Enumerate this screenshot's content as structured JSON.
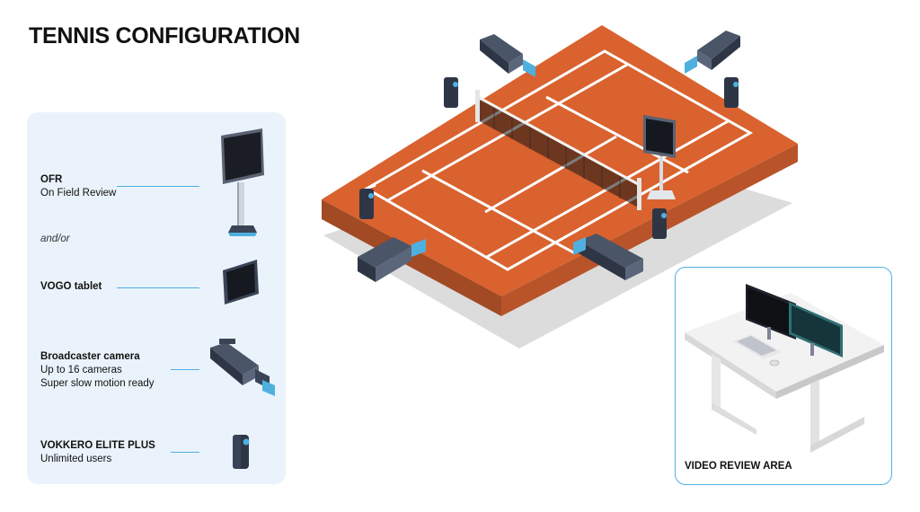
{
  "title": "TENNIS CONFIGURATION",
  "legend": {
    "ofr": {
      "name": "OFR",
      "desc": "On Field Review"
    },
    "andor": "and/or",
    "tablet": {
      "name": "VOGO tablet"
    },
    "camera": {
      "name": "Broadcaster camera",
      "desc1": "Up to 16 cameras",
      "desc2": "Super slow motion ready"
    },
    "vokkero": {
      "name": "VOKKERO ELITE PLUS",
      "desc": "Unlimited users"
    }
  },
  "review_area": {
    "label": "VIDEO REVIEW AREA"
  },
  "colors": {
    "court": "#d9622e",
    "court_edge": "#b9542a",
    "court_base": "#a14a24",
    "shadow": "#dcdcdc",
    "lines": "#ffffff",
    "accent": "#4fb0e0",
    "device": "#3a4457"
  },
  "icons": [
    "ofr-screen-icon",
    "tablet-icon",
    "broadcast-camera-icon",
    "vokkero-device-icon",
    "monitor-icon",
    "keyboard-icon",
    "mouse-icon",
    "desk-icon"
  ]
}
